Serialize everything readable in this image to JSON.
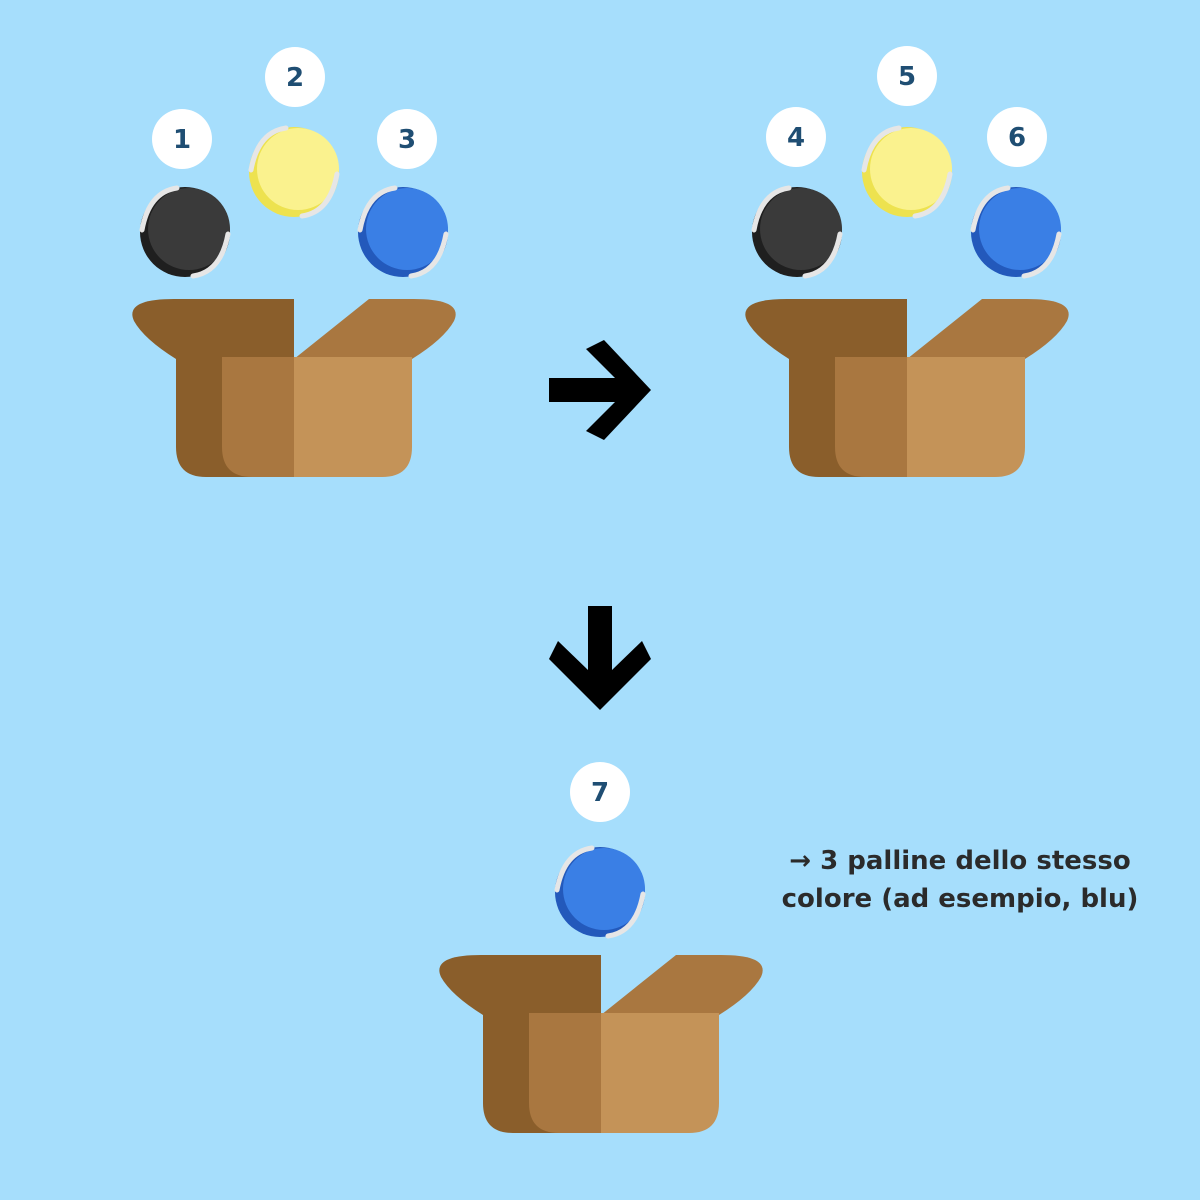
{
  "colors": {
    "background": "#a6defc",
    "badge_fill": "#ffffff",
    "badge_text": "#1f4e73",
    "arrow": "#000000",
    "box_dark": "#8a5e2b",
    "box_mid": "#a97740",
    "box_light": "#c49358",
    "ball_black": "#3a3a3a",
    "ball_black_shade": "#1f1f1f",
    "ball_yellow": "#faf28e",
    "ball_yellow_shade": "#ede24f",
    "ball_blue": "#3a7fe5",
    "ball_blue_shade": "#2359bb",
    "seam": "#e6e6e6"
  },
  "groups": [
    {
      "box": "box",
      "balls": [
        {
          "number": "1",
          "color": "black"
        },
        {
          "number": "2",
          "color": "yellow"
        },
        {
          "number": "3",
          "color": "blue"
        }
      ]
    },
    {
      "box": "box",
      "balls": [
        {
          "number": "4",
          "color": "black"
        },
        {
          "number": "5",
          "color": "yellow"
        },
        {
          "number": "6",
          "color": "blue"
        }
      ]
    },
    {
      "box": "box",
      "balls": [
        {
          "number": "7",
          "color": "blue"
        }
      ]
    }
  ],
  "arrows": [
    "right-arrow-icon",
    "down-arrow-icon"
  ],
  "caption": {
    "line1": "→ 3 palline dello stesso",
    "line2": "colore (ad esempio, blu)"
  }
}
